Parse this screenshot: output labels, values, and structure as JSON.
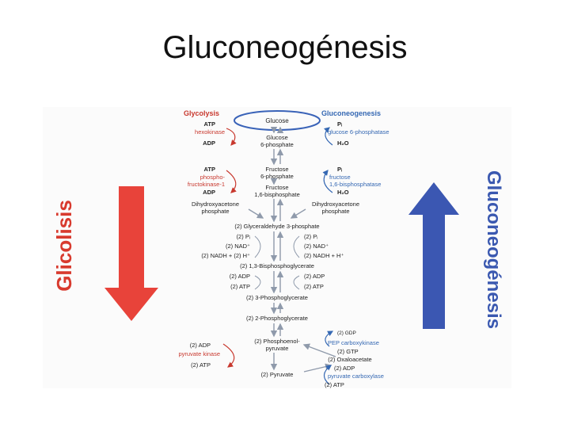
{
  "slide": {
    "title": "Gluconeogénesis"
  },
  "left_label": "Glicolisis",
  "right_label": "Gluconeogénesis",
  "colors": {
    "glycolysis": "#d83a2e",
    "gluconeogenesis": "#3a63b8",
    "text": "#222222",
    "enzyme_left": "#c8382e",
    "enzyme_right": "#3568b3",
    "arrow": "#9aa6b5",
    "red_arrow": "#e8433a",
    "blue_arrow": "#3b57b2"
  },
  "header": {
    "glycolysis": "Glycolysis",
    "gluconeogenesis": "Gluconeogenesis"
  },
  "metabolites": {
    "glucose": "Glucose",
    "g6p_1": "Glucose",
    "g6p_2": "6-phosphate",
    "f6p_1": "Fructose",
    "f6p_2": "6-phosphate",
    "fbp_1": "Fructose",
    "fbp_2": "1,6-bisphosphate",
    "dhap_l1": "Dihydroxyacetone",
    "dhap_l2": "phosphate",
    "dhap_r1": "Dihydroxyacetone",
    "dhap_r2": "phosphate",
    "g3p": "(2) Glyceraldehyde 3-phosphate",
    "bpg": "(2) 1,3-Bisphosphoglycerate",
    "pg3": "(2) 3-Phosphoglycerate",
    "pg2": "(2) 2-Phosphoglycerate",
    "pep_1": "(2) Phosphoenol-",
    "pep_2": "pyruvate",
    "oaa": "(2) Oxaloacetate",
    "pyr": "(2) Pyruvate"
  },
  "left": {
    "atp1": "ATP",
    "hexokinase": "hexokinase",
    "adp1": "ADP",
    "atp2": "ATP",
    "pfk_1": "phospho-",
    "pfk_2": "fructokinase-1",
    "adp2": "ADP",
    "pi": "(2) Pᵢ",
    "nad": "(2) NAD⁺",
    "nadh": "(2) NADH + (2) H⁺",
    "adp3": "(2) ADP",
    "atp3": "(2) ATP",
    "adp4": "(2) ADP",
    "pk": "pyruvate kinase",
    "atp4": "(2) ATP"
  },
  "right": {
    "pi1": "Pᵢ",
    "g6pase": "glucose 6-phosphatase",
    "h2o1": "H₂O",
    "pi2": "Pᵢ",
    "fbpase_1": "fructose",
    "fbpase_2": "1,6-bisphosphatase",
    "h2o2": "H₂O",
    "pi": "(2) Pᵢ",
    "nad": "(2) NAD⁺",
    "nadh": "(2) NADH + H⁺",
    "adp": "(2) ADP",
    "atp": "(2) ATP",
    "gdp": "(2) GDP",
    "pepck": "PEP carboxykinase",
    "gtp": "(2) GTP",
    "adp2": "(2) ADP",
    "pc": "pyruvate carboxylase",
    "atp2": "(2) ATP"
  }
}
